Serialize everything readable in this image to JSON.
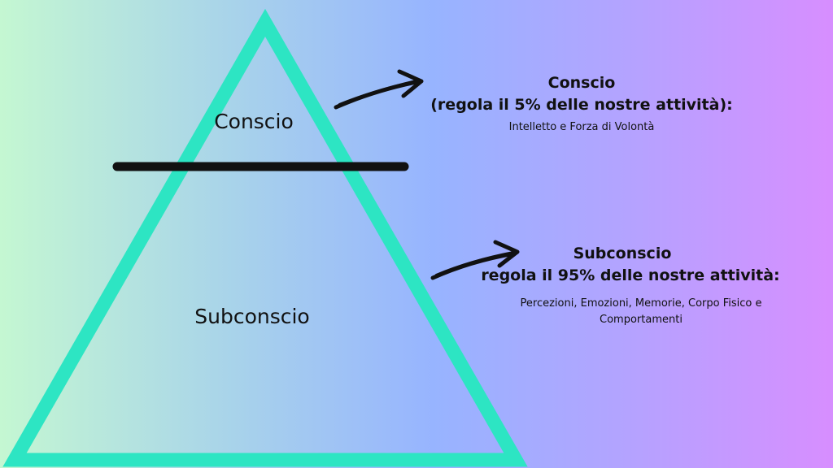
{
  "pyramid": {
    "top_label": "Conscio",
    "bottom_label": "Subconscio"
  },
  "conscio_block": {
    "title": "Conscio",
    "subtitle": "(regola il 5% delle nostre attività):",
    "description": "Intelletto e Forza di Volontà"
  },
  "subconscio_block": {
    "title": "Subconscio",
    "subtitle": "regola il 95% delle nostre attività:",
    "description": "Percezioni, Emozioni, Memorie, Corpo Fisico e Comportamenti"
  },
  "colors": {
    "triangle_stroke": "#2de5c3",
    "divider": "#111111",
    "arrow": "#111111",
    "background_start": "#c4f7d2",
    "background_end": "#d78eff"
  },
  "icons": {
    "arrow_conscio": "curved-arrow-right",
    "arrow_subconscio": "curved-arrow-right"
  }
}
